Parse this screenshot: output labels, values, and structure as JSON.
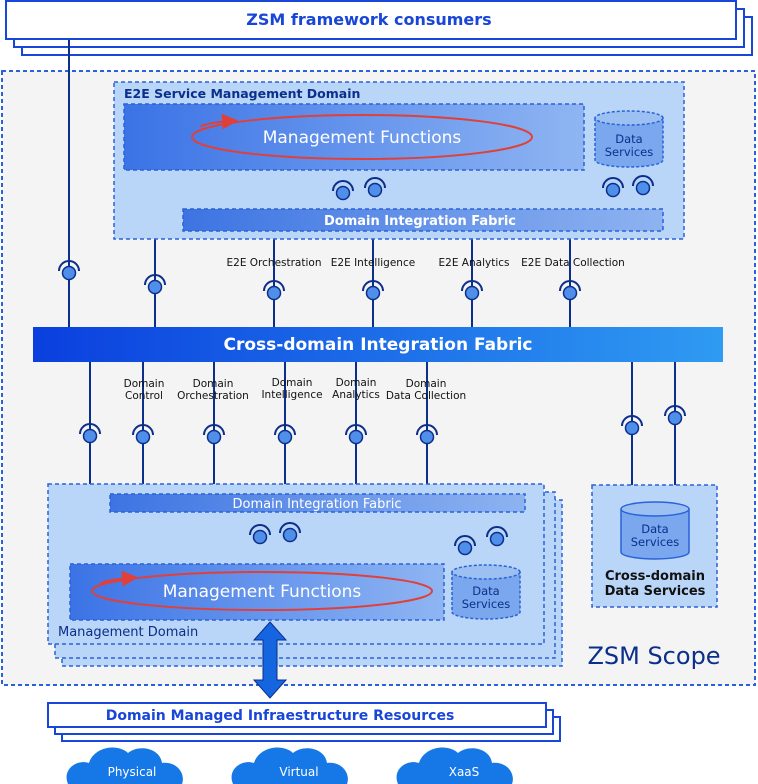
{
  "consumers": {
    "label": "ZSM framework consumers"
  },
  "e2e_domain": {
    "title": "E2E Service Management Domain",
    "management_functions": "Management Functions",
    "data_services": [
      "Data",
      "Services"
    ],
    "integration_fabric": "Domain Integration Fabric",
    "services": {
      "orchestration": "E2E Orchestration",
      "intelligence": "E2E Intelligence",
      "analytics": "E2E Analytics",
      "data_collection": "E2E Data Collection"
    }
  },
  "cross_domain_fabric": {
    "label": "Cross-domain Integration Fabric"
  },
  "domain_services": {
    "control": [
      "Domain",
      "Control"
    ],
    "orchestration": [
      "Domain",
      "Orchestration"
    ],
    "intelligence": [
      "Domain",
      "Intelligence"
    ],
    "analytics": [
      "Domain",
      "Analytics"
    ],
    "data_collection": [
      "Domain",
      "Data Collection"
    ]
  },
  "management_domain": {
    "title": "Management Domain",
    "management_functions": "Management Functions",
    "data_services": [
      "Data",
      "Services"
    ],
    "integration_fabric": "Domain Integration Fabric"
  },
  "cross_domain_data_services": {
    "db": [
      "Data",
      "Services"
    ],
    "caption": [
      "Cross-domain",
      "Data Services"
    ]
  },
  "zsm_scope": {
    "label": "ZSM Scope"
  },
  "resources": {
    "label": "Domain Managed Infraestructure Resources"
  },
  "clouds": [
    "Physical",
    "Virtual",
    "XaaS"
  ],
  "colors": {
    "navy": "#0b2f8a",
    "blue": "#1846d8",
    "fabric_dark": "#0a47e0",
    "fabric_light": "#5c8ff0",
    "mgmt_fill": "#7aa7ee",
    "domain_bg": "#b9d5f7",
    "scope_bg": "#f3f3f3",
    "ellipse": "#e0403a",
    "cloud": "#1578e6"
  }
}
